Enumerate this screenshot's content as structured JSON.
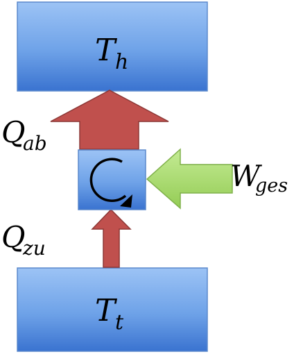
{
  "hot_reservoir": {
    "symbol": "T",
    "subscript": "h"
  },
  "cold_reservoir": {
    "symbol": "T",
    "subscript": "t"
  },
  "heat_out": {
    "symbol": "Q",
    "subscript": "ab"
  },
  "heat_in": {
    "symbol": "Q",
    "subscript": "zu"
  },
  "work": {
    "symbol": "W",
    "subscript": "ges"
  },
  "colors": {
    "reservoir_light": "#8fbaf0",
    "reservoir_dark": "#3c78d8",
    "reservoir_border": "#4a7cc4",
    "heat_arrow": "#c0504d",
    "heat_arrow_border": "#8c3836",
    "work_arrow": "#a6d96a",
    "work_arrow_border": "#7fb04a"
  }
}
